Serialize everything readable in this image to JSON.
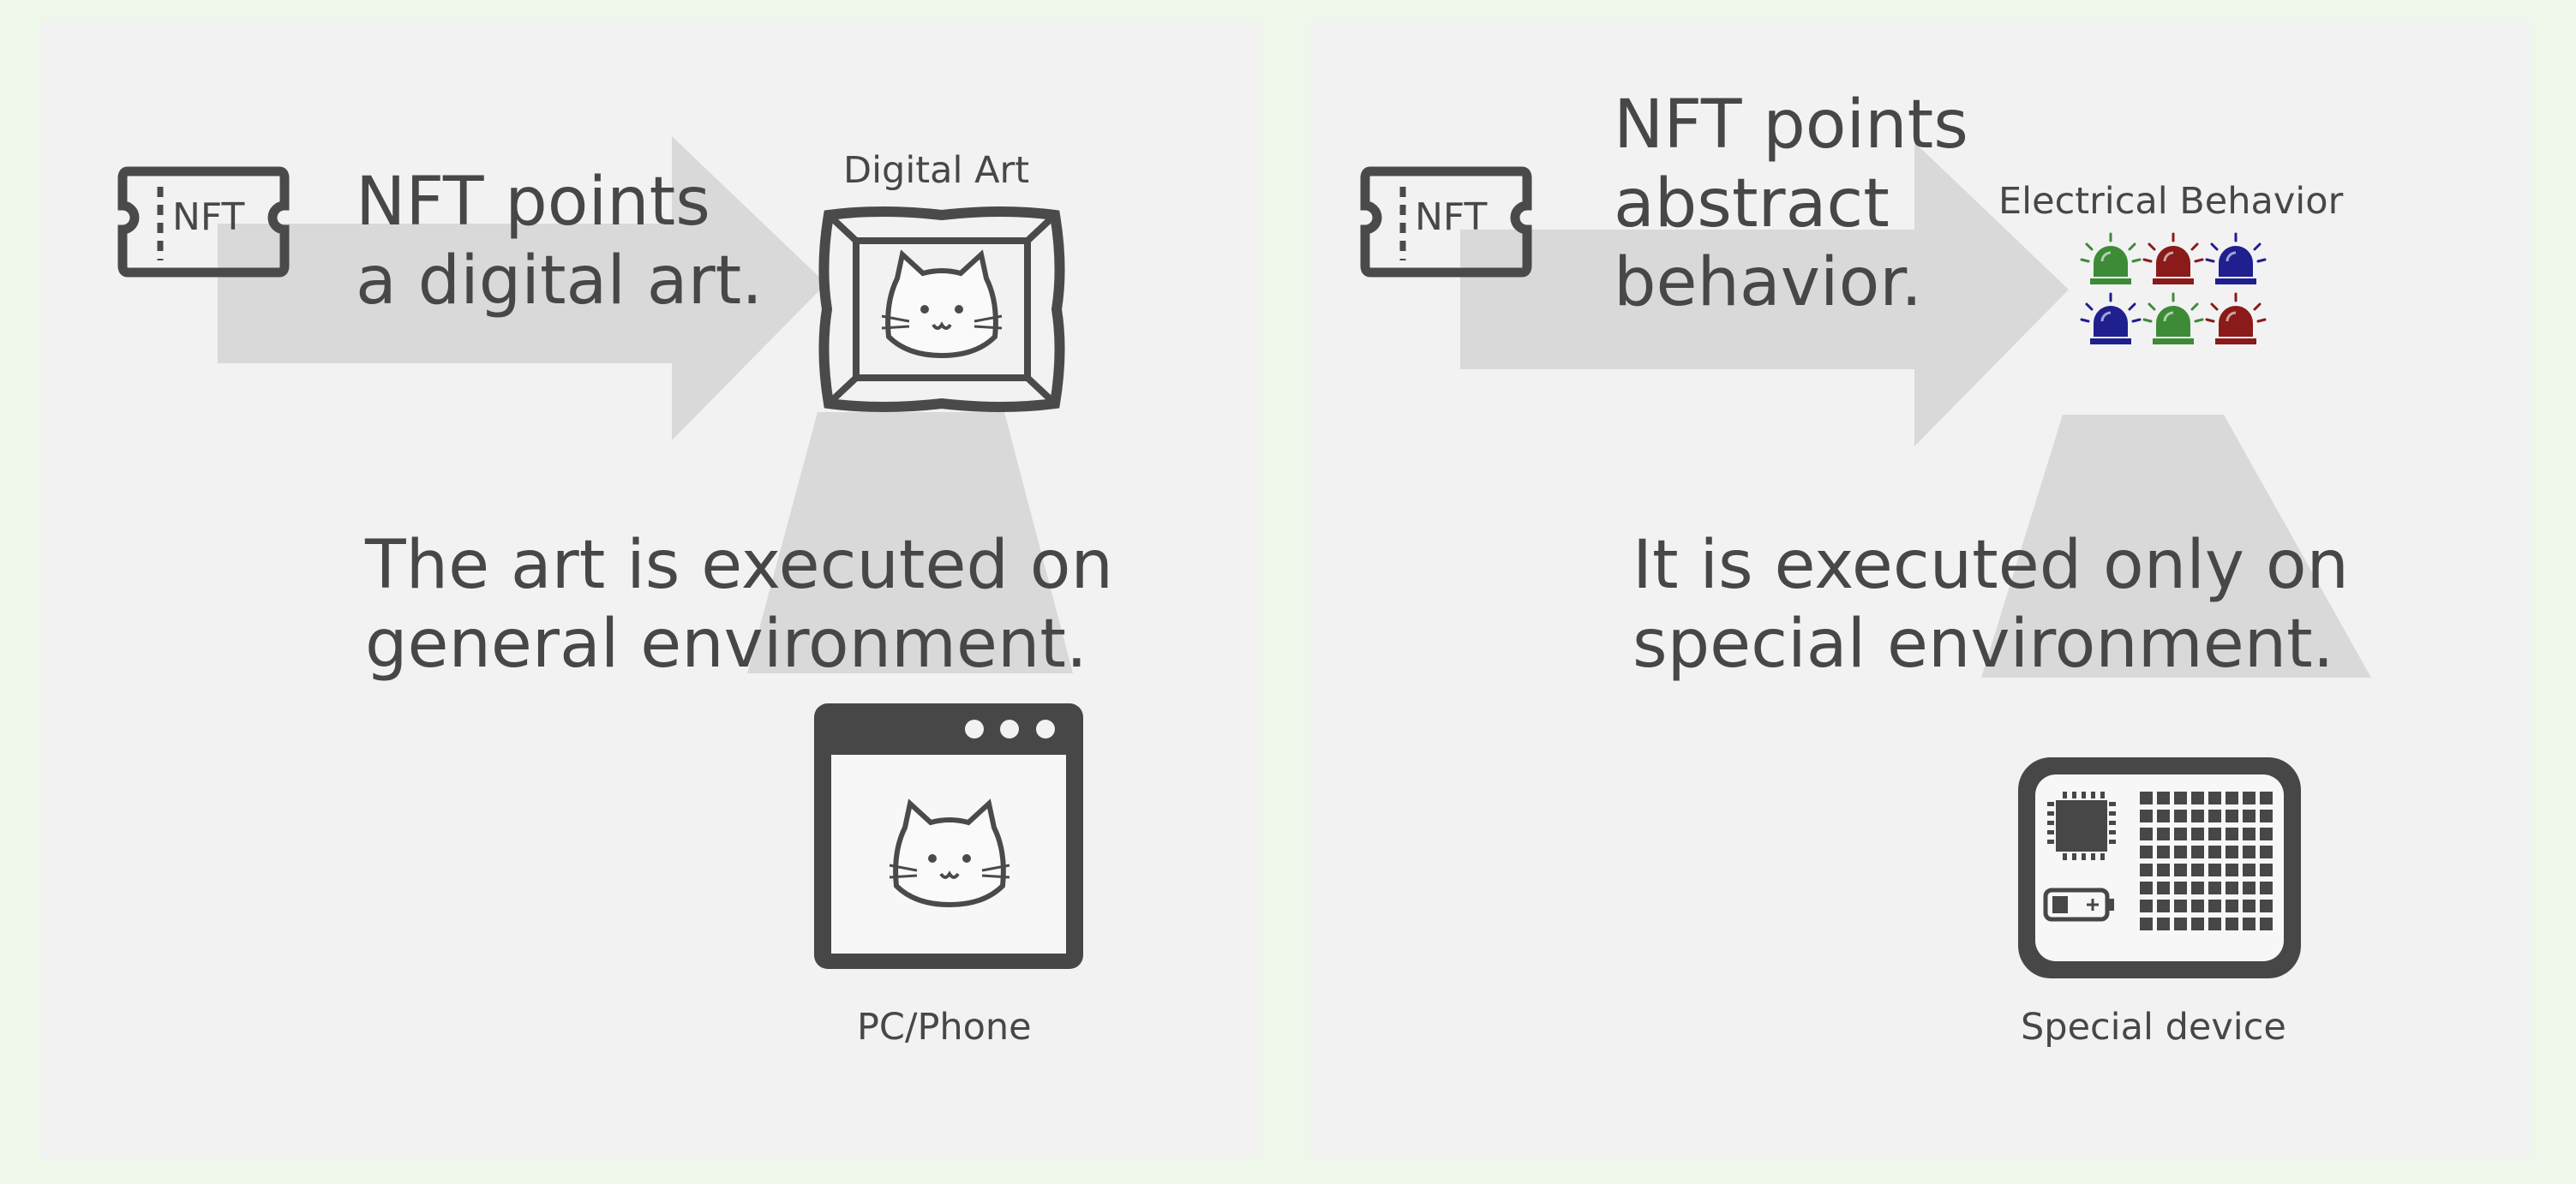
{
  "colors": {
    "page_background": "#eef7ea",
    "panel_background": "#f2f2f2",
    "arrow_fill": "#d9d9d9",
    "ink": "#474747",
    "lamp_green": "#3d8b37",
    "lamp_red": "#8b1a1a",
    "lamp_blue": "#1f1f8f"
  },
  "left_panel": {
    "ticket_label": "NFT",
    "headline_lines": [
      "NFT points",
      "a digital art."
    ],
    "target_caption": "Digital Art",
    "execution_lines": [
      "The art is executed on",
      "general environment."
    ],
    "device_caption": "PC/Phone",
    "icons": [
      "nft-ticket-icon",
      "framed-cat-icon",
      "browser-window-cat-icon"
    ]
  },
  "right_panel": {
    "ticket_label": "NFT",
    "headline_lines": [
      "NFT points",
      "abstract",
      "behavior."
    ],
    "target_caption": "Electrical Behavior",
    "execution_lines": [
      "It is executed only on",
      "special environment."
    ],
    "device_caption": "Special device",
    "icons": [
      "nft-ticket-icon",
      "alarm-lamps-icon",
      "microcontroller-board-icon"
    ]
  }
}
